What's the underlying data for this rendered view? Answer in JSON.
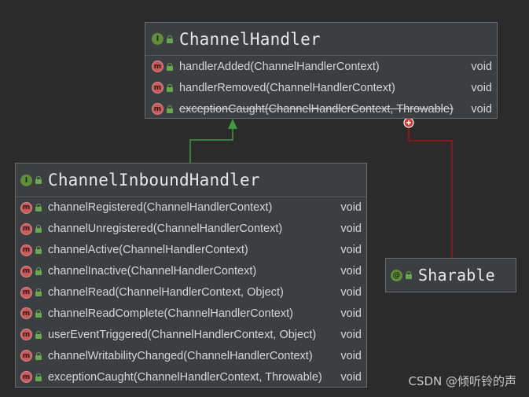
{
  "diagram": {
    "channel_handler": {
      "title": "ChannelHandler",
      "methods": [
        {
          "signature": "handlerAdded(ChannelHandlerContext)",
          "return_type": "void",
          "deprecated": false
        },
        {
          "signature": "handlerRemoved(ChannelHandlerContext)",
          "return_type": "void",
          "deprecated": false
        },
        {
          "signature": "exceptionCaught(ChannelHandlerContext, Throwable)",
          "return_type": "void",
          "deprecated": true
        }
      ]
    },
    "channel_inbound_handler": {
      "title": "ChannelInboundHandler",
      "methods": [
        {
          "signature": "channelRegistered(ChannelHandlerContext)",
          "return_type": "void"
        },
        {
          "signature": "channelUnregistered(ChannelHandlerContext)",
          "return_type": "void"
        },
        {
          "signature": "channelActive(ChannelHandlerContext)",
          "return_type": "void"
        },
        {
          "signature": "channelInactive(ChannelHandlerContext)",
          "return_type": "void"
        },
        {
          "signature": "channelRead(ChannelHandlerContext, Object)",
          "return_type": "void"
        },
        {
          "signature": "channelReadComplete(ChannelHandlerContext)",
          "return_type": "void"
        },
        {
          "signature": "userEventTriggered(ChannelHandlerContext, Object)",
          "return_type": "void"
        },
        {
          "signature": "channelWritabilityChanged(ChannelHandlerContext)",
          "return_type": "void"
        },
        {
          "signature": "exceptionCaught(ChannelHandlerContext, Throwable)",
          "return_type": "void"
        }
      ]
    },
    "sharable": {
      "title": "Sharable"
    },
    "colors": {
      "background": "#2b2b2b",
      "box": "#3c3f41",
      "inheritance_edge": "#3f9a3f",
      "inner_class_edge": "#a31515"
    }
  },
  "watermark": "CSDN @倾听铃的声"
}
